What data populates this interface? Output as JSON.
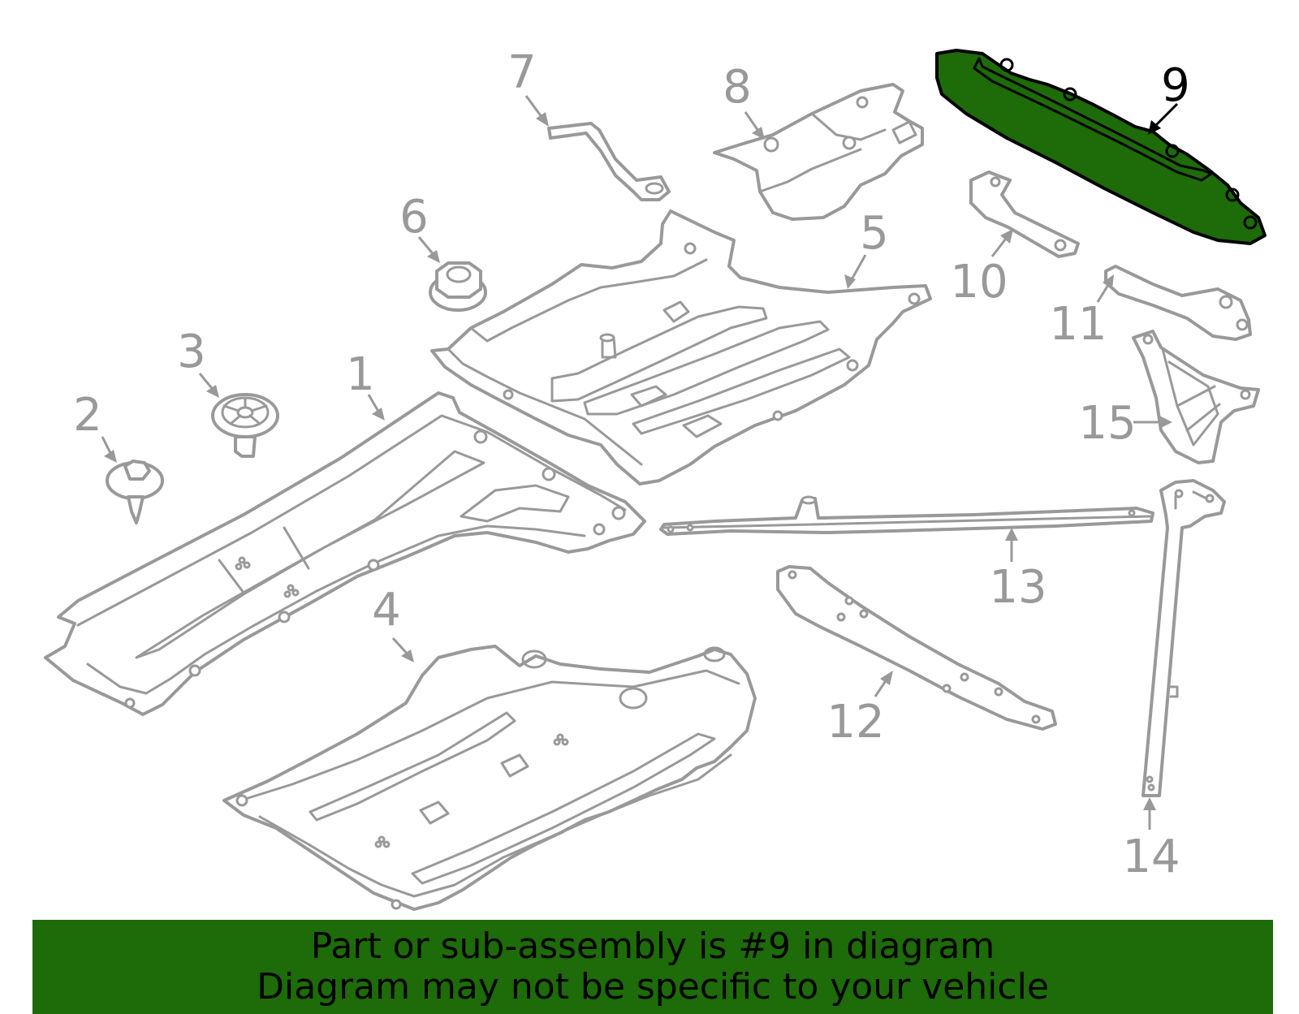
{
  "callouts": {
    "p1": "1",
    "p2": "2",
    "p3": "3",
    "p4": "4",
    "p5": "5",
    "p6": "6",
    "p7": "7",
    "p8": "8",
    "p9": "9",
    "p10": "10",
    "p11": "11",
    "p12": "12",
    "p13": "13",
    "p14": "14",
    "p15": "15"
  },
  "highlighted_part": "9",
  "colors": {
    "highlight": "#1e6b09",
    "outline": "#999999",
    "highlight_outline": "#000000"
  },
  "banner": {
    "line1": "Part or sub-assembly is #9 in diagram",
    "line2": "Diagram may not be specific to your vehicle"
  }
}
